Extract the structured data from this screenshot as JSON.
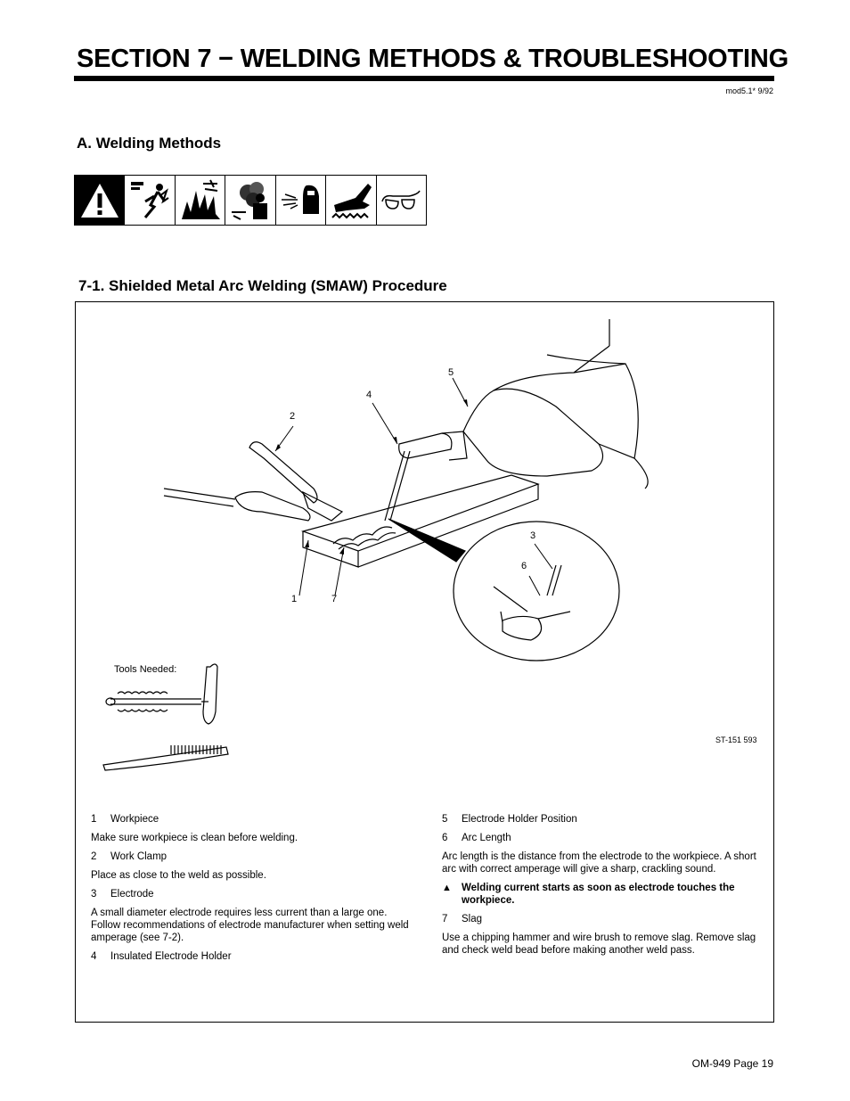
{
  "header": {
    "section_title": "SECTION 7 − WELDING METHODS & TROUBLESHOOTING",
    "doc_code": "mod5.1* 9/92"
  },
  "subsection_a": {
    "title": "A.  Welding Methods"
  },
  "safety_icons": [
    "warning-triangle-icon",
    "electric-shock-icon",
    "explosion-icon",
    "fumes-icon",
    "arc-rays-icon",
    "hot-parts-icon",
    "safety-glasses-icon"
  ],
  "procedure": {
    "title": "7-1.   Shielded Metal Arc Welding (SMAW) Procedure",
    "callouts": {
      "c1": "1",
      "c2": "2",
      "c3": "3",
      "c4": "4",
      "c5": "5",
      "c6": "6",
      "c7": "7"
    },
    "tools_label": "Tools Needed:",
    "figure_code": "ST-151 593",
    "left_column": {
      "i1": {
        "num": "1",
        "label": "Workpiece"
      },
      "d1": "Make sure workpiece is clean before welding.",
      "i2": {
        "num": "2",
        "label": "Work Clamp"
      },
      "d2": "Place as close to the weld as possible.",
      "i3": {
        "num": "3",
        "label": "Electrode"
      },
      "d3": "A small diameter electrode requires less current than a large one. Follow recommendations of electrode manufacturer when setting weld amperage (see 7-2).",
      "i4": {
        "num": "4",
        "label": "Insulated Electrode Holder"
      }
    },
    "right_column": {
      "i5": {
        "num": "5",
        "label": "Electrode Holder Position"
      },
      "i6": {
        "num": "6",
        "label": "Arc Length"
      },
      "d6": "Arc length is the distance from the electrode to the workpiece.  A short arc with correct amperage will give a sharp, crackling sound.",
      "warning": "Welding current starts as soon as electrode touches the workpiece.",
      "i7": {
        "num": "7",
        "label": "Slag"
      },
      "d7": "Use a chipping hammer and wire brush to remove slag. Remove slag and check weld bead before making another weld pass."
    }
  },
  "footer": {
    "page": "OM-949 Page 19"
  }
}
